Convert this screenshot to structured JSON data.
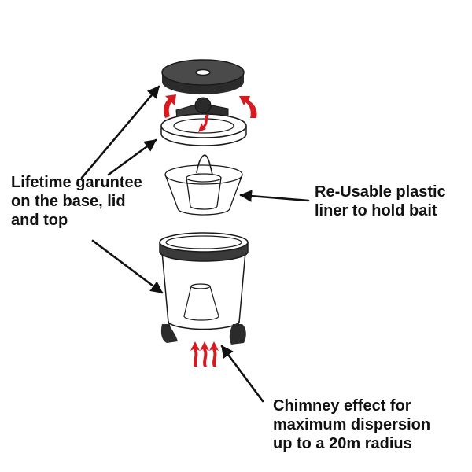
{
  "colors": {
    "outline": "#1a1a1a",
    "dark_part": "#3a3a3a",
    "accent_arrow": "#d71920",
    "background": "#ffffff"
  },
  "labels": {
    "lifetime": {
      "lines": [
        "Lifetime garuntee",
        "on the base, lid",
        "and top"
      ]
    },
    "liner": {
      "lines": [
        "Re-Usable plastic",
        "liner to hold bait"
      ]
    },
    "chimney": {
      "lines": [
        "Chimney effect for",
        "maximum dispersion",
        "up to a 20m radius"
      ]
    }
  }
}
